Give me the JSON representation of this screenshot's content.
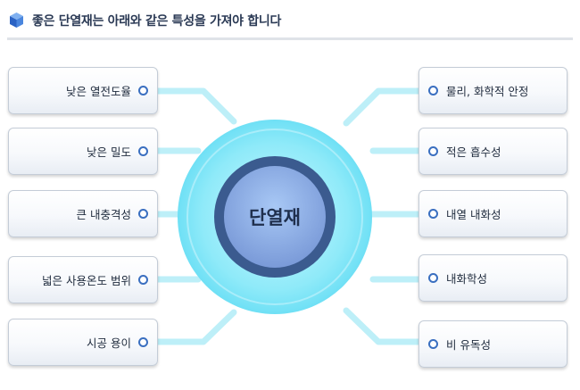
{
  "header": {
    "title": "좋은 단열재는 아래와 같은 특성을 가져야 합니다"
  },
  "center": {
    "label": "단열재"
  },
  "left_items": [
    {
      "label": "낮은 열전도율"
    },
    {
      "label": "낮은 밀도"
    },
    {
      "label": "큰 내충격성"
    },
    {
      "label": "넓은 사용온도 범위"
    },
    {
      "label": "시공 용이"
    }
  ],
  "right_items": [
    {
      "label": "물리, 화학적 안정"
    },
    {
      "label": "적은 흡수성"
    },
    {
      "label": "내열 내화성"
    },
    {
      "label": "내화학성"
    },
    {
      "label": "비 유독성"
    }
  ],
  "colors": {
    "outer_ring": "#7fe6f7",
    "dark_ring": "#3b5b8f",
    "core": "#8eb0e8",
    "dot": "#3a6fc0",
    "connector": "#bdeff8"
  }
}
